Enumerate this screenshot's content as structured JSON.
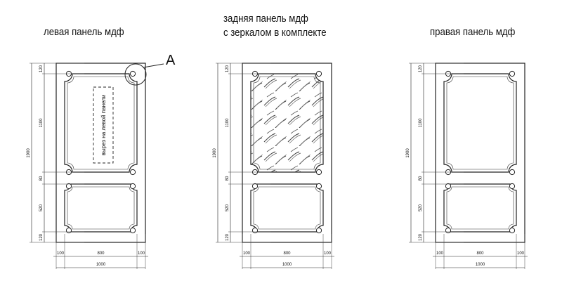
{
  "panels": {
    "left": {
      "title": "левая панель мдф",
      "cutout_label": "вырез на левой панели",
      "callout": "A"
    },
    "back": {
      "title_line1": "задняя панель мдф",
      "title_line2": "с зеркалом в комплекте"
    },
    "right": {
      "title": "правая панель мдф"
    }
  },
  "dimensions": {
    "total_height": "1900",
    "top_margin": "120",
    "upper_section": "1100",
    "middle_gap": "80",
    "lower_section": "520",
    "bottom_margin": "120",
    "left_margin": "100",
    "inner_width": "800",
    "right_margin": "100",
    "total_width": "1000"
  }
}
